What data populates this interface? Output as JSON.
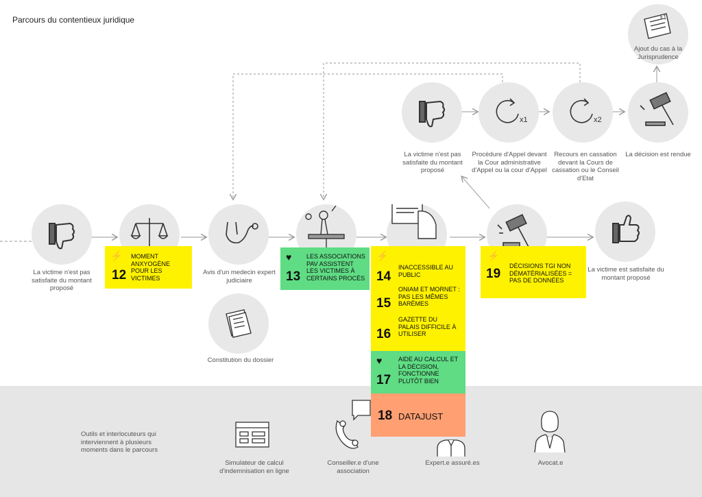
{
  "title": "Parcours du contentieux juridique",
  "steps": {
    "victim_start": "La victime n'est pas satisfaite du montant proposé",
    "expert": "Avis d'un medecin expert judiciaire",
    "dossier": "Constitution du dossier",
    "victim_end": "La victime est satisfaite du montant proposé",
    "victim_top": "La victime n'est pas satisfaite du montant proposé",
    "appeal": "Procédure d'Appel devant la Cour administrative d'Appel ou la cour d'Appel",
    "cassation": "Recours en cassation devant la Cours de cassation ou le Conseil d'Etat",
    "decision": "La décision est rendue",
    "jurisprudence": "Ajout du cas à la Jurisprudence"
  },
  "icon_text": {
    "appeal_mult": "x1",
    "cassation_mult": "x2",
    "jurisprudence_mark": "+1"
  },
  "cards": [
    {
      "num": "12",
      "text": "MOMENT ANXYOGÈNE POUR LES VICTIMES",
      "kind": "pain",
      "color": "#fff200"
    },
    {
      "num": "13",
      "text": "LES ASSOCIATIONS PAV ASSISTENT LES VICTIMES À CERTAINS PROCÈS",
      "kind": "gain",
      "color": "#5fdc84"
    },
    {
      "num": "14",
      "text": "INACCESSIBLE AU PUBLIC",
      "kind": "pain",
      "color": "#fff200"
    },
    {
      "num": "15",
      "text": "ONIAM ET MORNET : PAS LES MÊMES BARÈMES",
      "kind": "pain",
      "color": "#fff200"
    },
    {
      "num": "16",
      "text": "GAZETTE DU PALAIS DIFFICILE À UTILISER",
      "kind": "pain",
      "color": "#fff200"
    },
    {
      "num": "17",
      "text": "AIDE AU CALCUL ET LA DÉCISION, FONCTIONNE PLUTÔT BIEN",
      "kind": "gain",
      "color": "#5fdc84"
    },
    {
      "num": "18",
      "text": "DATAJUST",
      "kind": "none",
      "color": "#ff9f72"
    },
    {
      "num": "19",
      "text": "DÉCISIONS TGI NON DÉMATÉRIALISÉES = PAS DE DONNÉES",
      "kind": "pain",
      "color": "#fff200"
    }
  ],
  "tools": {
    "intro": "Outils et interlocuteurs qui interviennent à plusieurs moments dans le parcours",
    "items": [
      {
        "label": "Simulateur de calcul d'indemnisation en ligne",
        "icon": "calculator-form-icon"
      },
      {
        "label": "Conseiller.e d'une association",
        "icon": "phone-icon"
      },
      {
        "label": "Expert.e assuré.es",
        "icon": "expert-person-icon"
      },
      {
        "label": "Avocat.e",
        "icon": "lawyer-icon"
      }
    ]
  }
}
